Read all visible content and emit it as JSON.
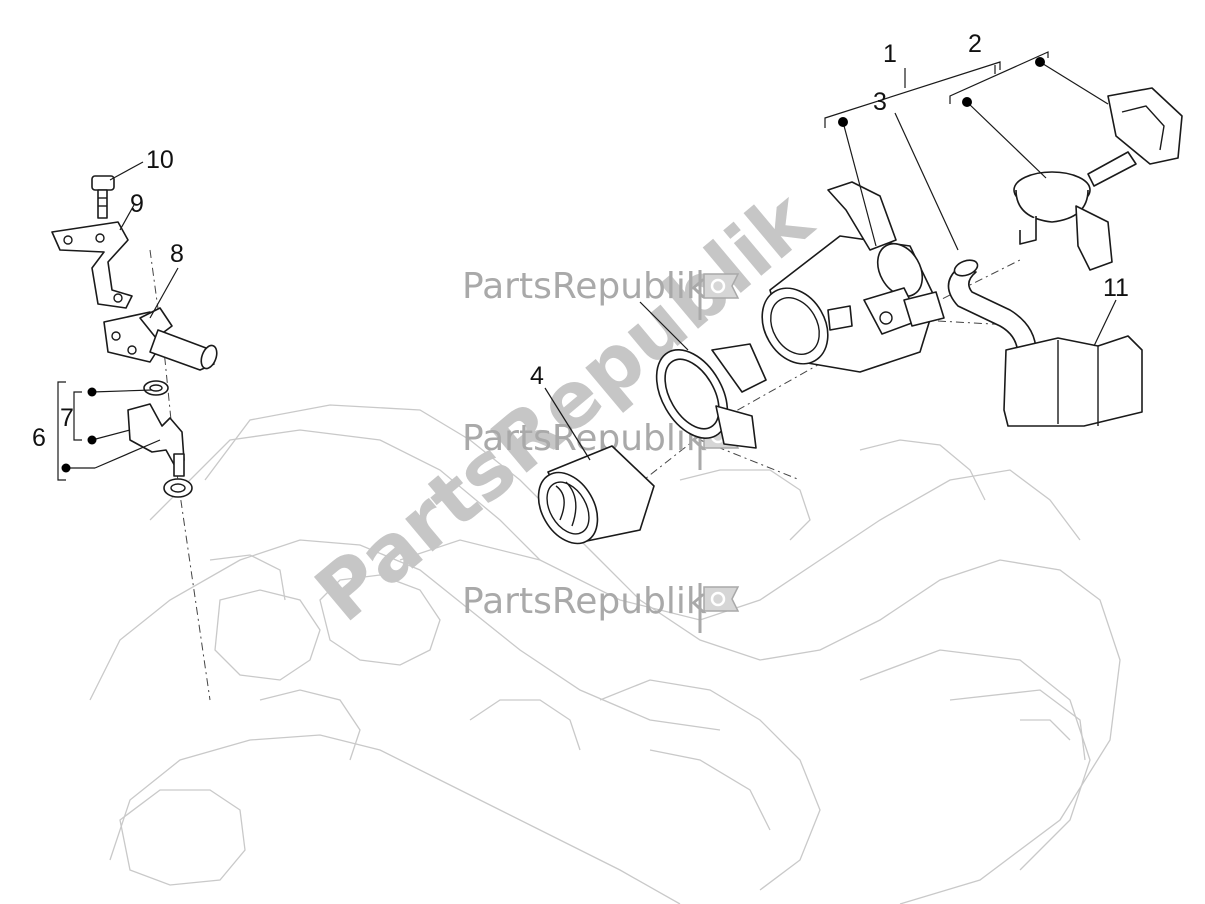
{
  "diagram": {
    "callouts": [
      {
        "id": "1",
        "label": "1"
      },
      {
        "id": "2",
        "label": "2"
      },
      {
        "id": "3",
        "label": "3"
      },
      {
        "id": "4",
        "label": "4"
      },
      {
        "id": "6",
        "label": "6"
      },
      {
        "id": "7",
        "label": "7"
      },
      {
        "id": "8",
        "label": "8"
      },
      {
        "id": "9",
        "label": "9"
      },
      {
        "id": "10",
        "label": "10"
      },
      {
        "id": "11",
        "label": "11"
      }
    ]
  },
  "watermark": {
    "brand": "PartsRepublik",
    "diagonal": "PartsRepublik"
  }
}
